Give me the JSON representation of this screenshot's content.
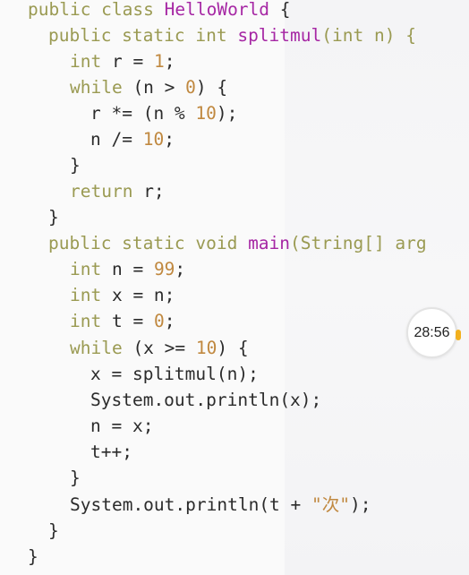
{
  "code": {
    "l1": {
      "kw": "public class ",
      "fn": "HelloWorld",
      "rest": " {"
    },
    "l2": {
      "kw": "public static int ",
      "fn": "splitmul",
      "a": "(",
      "kw2": "int",
      "b": " n) {"
    },
    "l3": {
      "kw": "int",
      "a": " r = ",
      "num": "1",
      "b": ";"
    },
    "l4": {
      "kw": "while",
      "a": " (n > ",
      "num": "0",
      "b": ") {"
    },
    "l5": {
      "a": "r *= (n % ",
      "num": "10",
      "b": ");"
    },
    "l6": {
      "a": "n /= ",
      "num": "10",
      "b": ";"
    },
    "l7": {
      "a": "}"
    },
    "l8": {
      "kw": "return",
      "a": " r;"
    },
    "l9": {
      "a": "}"
    },
    "l10": {
      "kw": "public static void ",
      "fn": "main",
      "a": "(String[] arg"
    },
    "l11": {
      "kw": "int",
      "a": " n = ",
      "num": "99",
      "b": ";"
    },
    "l12": {
      "kw": "int",
      "a": " x = n;"
    },
    "l13": {
      "kw": "int",
      "a": " t = ",
      "num": "0",
      "b": ";"
    },
    "l14": {
      "kw": "while",
      "a": " (x >= ",
      "num": "10",
      "b": ") {"
    },
    "l15": {
      "a": "x = splitmul(n);"
    },
    "l16": {
      "a": "System.out.println(x);"
    },
    "l17": {
      "a": "n = x;"
    },
    "l18": {
      "a": "t++;"
    },
    "l19": {
      "a": "}"
    },
    "l20": {
      "a": "System.out.println(t + ",
      "str": "\"次\"",
      "b": ");"
    },
    "l21": {
      "a": "}"
    },
    "l22": {
      "a": "}"
    }
  },
  "timer": {
    "value": "28:56"
  },
  "colors": {
    "keyword": "#9a9a52",
    "function": "#a627a4",
    "number": "#c0883f",
    "text": "#2b2b2b",
    "timer_accent": "#f2b01e"
  }
}
